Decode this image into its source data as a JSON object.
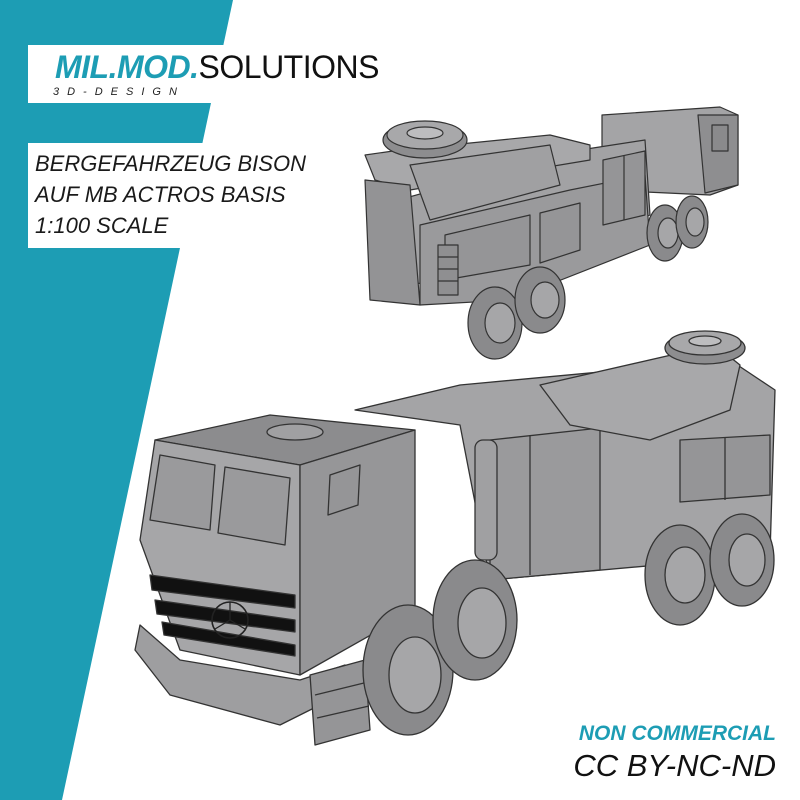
{
  "brand": {
    "accent_text": "MIL.MOD.",
    "rest_text": "SOLUTIONS",
    "tagline": "3D-DESIGN"
  },
  "product": {
    "lines": [
      "BERGEFAHRZEUG BISON",
      "AUF MB ACTROS BASIS",
      "1:100 SCALE"
    ]
  },
  "license": {
    "type": "NON COMMERCIAL",
    "code": "CC BY-NC-ND"
  },
  "images": {
    "rear_view": "recovery-truck-rear-three-quarter-render",
    "front_view": "recovery-truck-front-three-quarter-render"
  },
  "colors": {
    "teal": "#1d9db4",
    "background": "#ffffff",
    "model_gray": "#9a9a9c",
    "text_dark": "#111111"
  }
}
